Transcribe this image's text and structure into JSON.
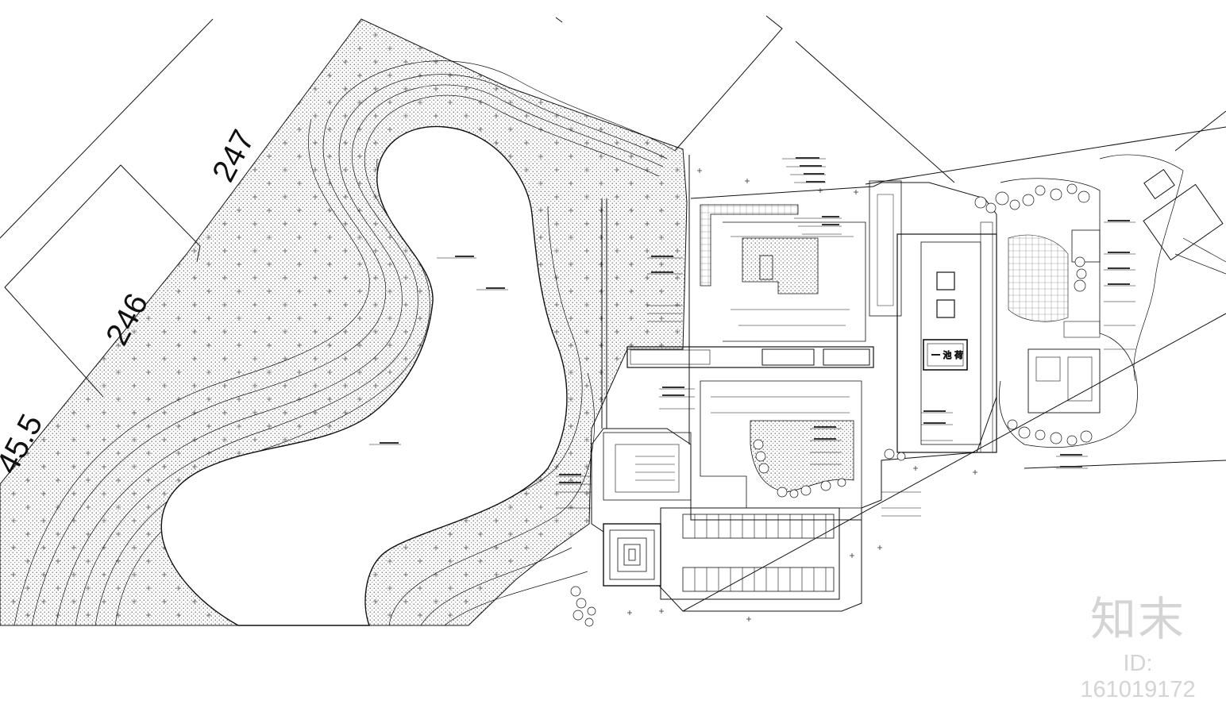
{
  "contours": [
    {
      "label": "247"
    },
    {
      "label": "246"
    },
    {
      "label": "45.5"
    }
  ],
  "plan": {
    "central_pool_label": "一 池 荷"
  },
  "watermark": {
    "logo": "知末",
    "id": "ID: 161019172"
  },
  "colors": {
    "line": "#111111",
    "hatch": "#555555",
    "watermark": "#d4d4d4"
  }
}
